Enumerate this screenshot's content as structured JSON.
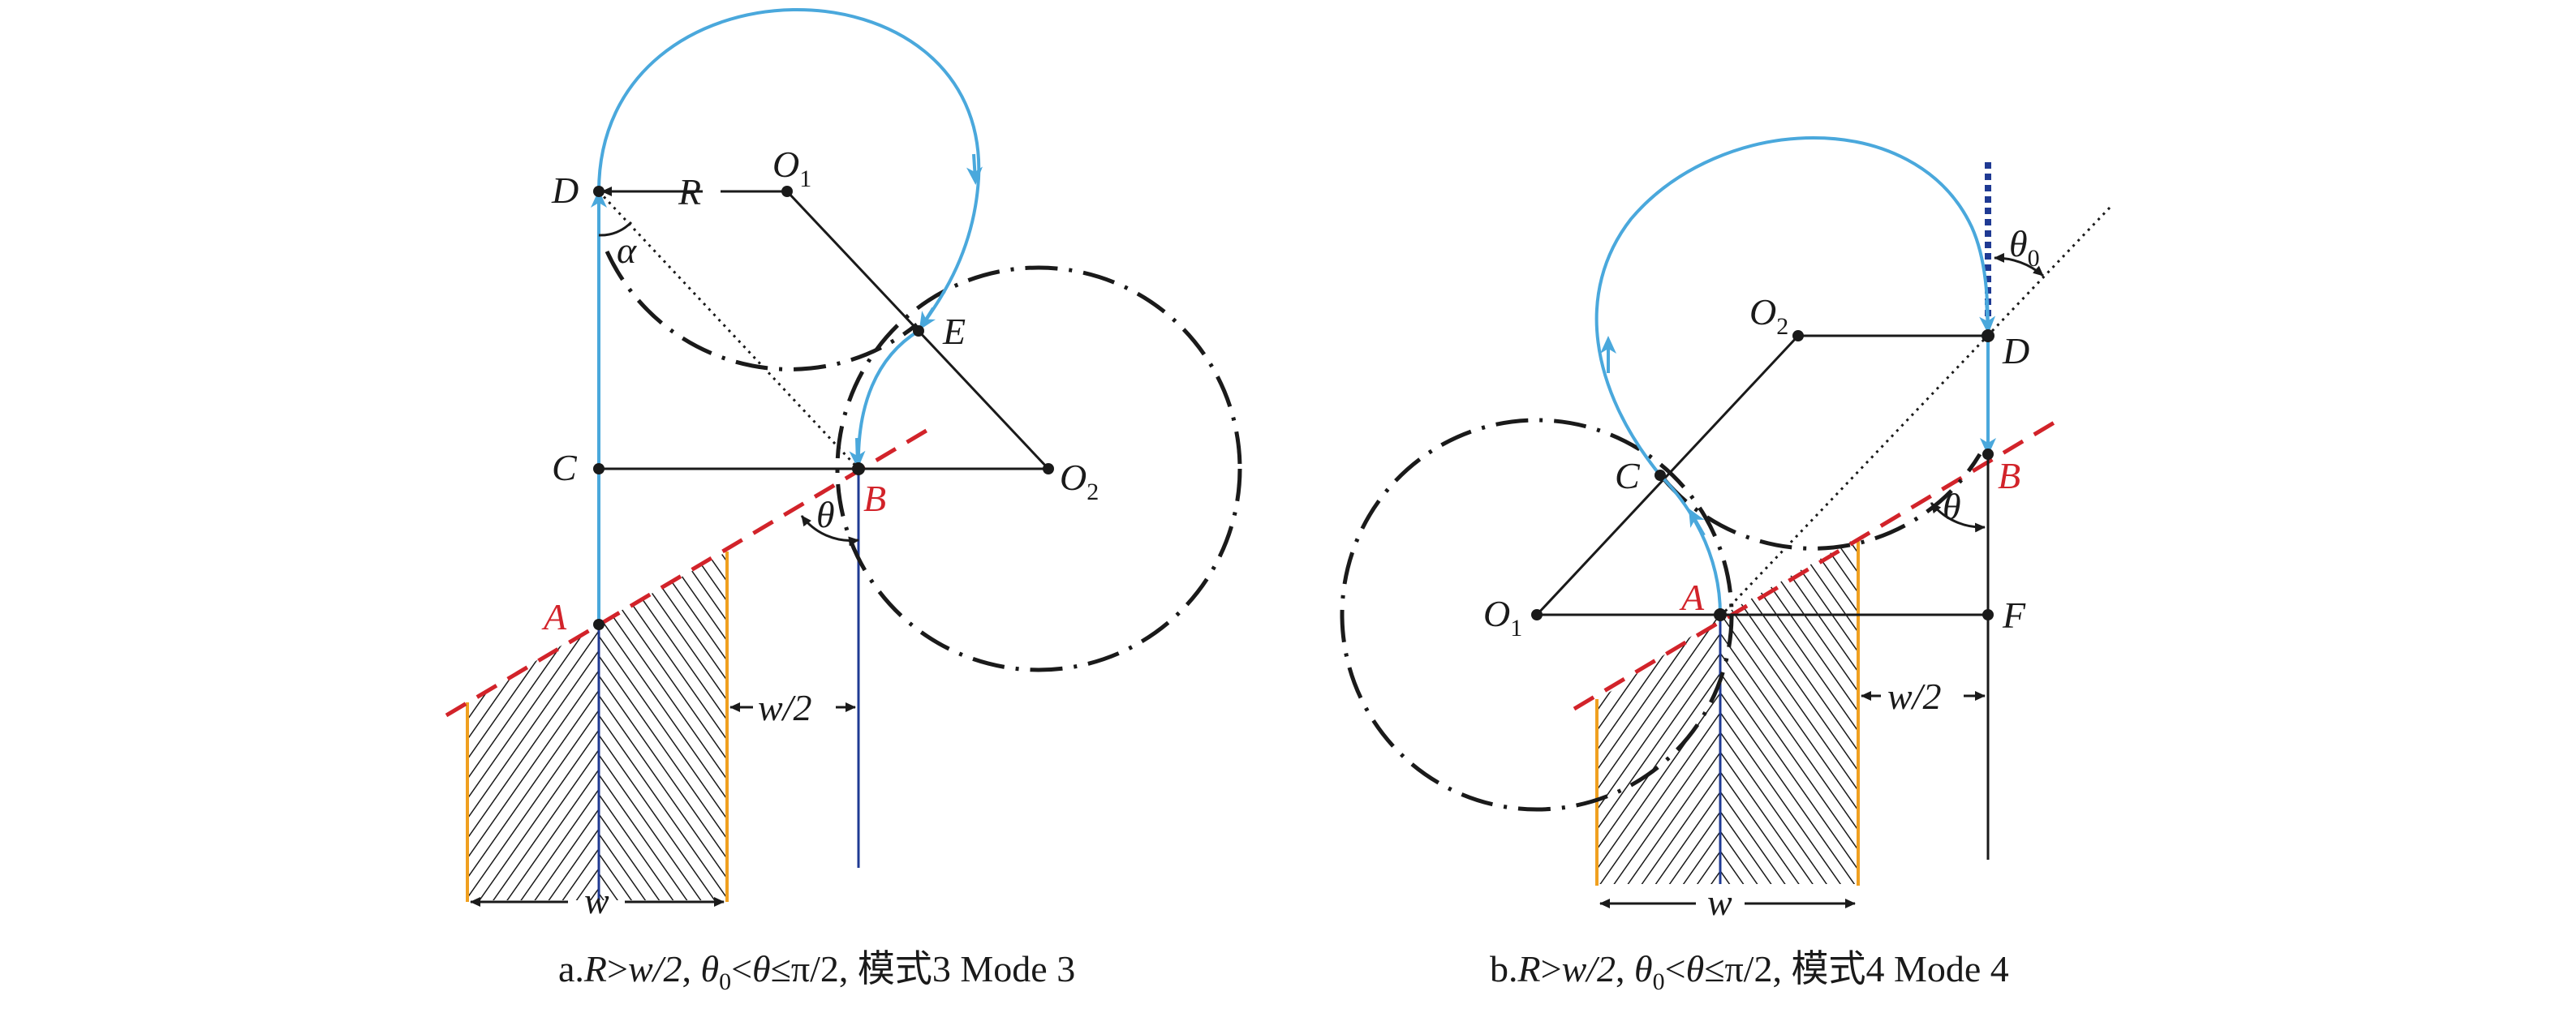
{
  "figure": {
    "panel_a": {
      "points": {
        "D": "D",
        "R": "R",
        "O1": "O",
        "O1_sub": "1",
        "alpha": "α",
        "E": "E",
        "C": "C",
        "B": "B",
        "O2": "O",
        "O2_sub": "2",
        "theta": "θ",
        "A": "A",
        "w_half": "w/2",
        "w": "w"
      },
      "caption": {
        "prefix": "a.",
        "cond_R": "R",
        "gt": ">",
        "w_over_2": "w/2",
        "sep1": ", ",
        "theta0": "θ",
        "theta0_sub": "0",
        "lt": "<",
        "theta": "θ",
        "le_rest": "≤π/2, ",
        "mode_cn": "模式3",
        "mode_en": " Mode 3"
      }
    },
    "panel_b": {
      "points": {
        "theta0": "θ",
        "theta0_sub": "0",
        "O2": "O",
        "O2_sub": "2",
        "D": "D",
        "C": "C",
        "B": "B",
        "theta": "θ",
        "O1": "O",
        "O1_sub": "1",
        "A": "A",
        "F": "F",
        "w_half": "w/2",
        "w": "w"
      },
      "caption": {
        "prefix": "b.",
        "cond_R": "R",
        "gt": ">",
        "w_over_2": "w/2",
        "sep1": ", ",
        "theta0": "θ",
        "theta0_sub": "0",
        "lt": "<",
        "theta": "θ",
        "le_rest": "≤π/2, ",
        "mode_cn": "模式4",
        "mode_en": " Mode 4"
      }
    },
    "colors": {
      "path_blue": "#4aa8dc",
      "dark_blue": "#1f3a93",
      "red_dashed": "#d2232a",
      "orange": "#f0a020",
      "black": "#1a1a1a"
    }
  }
}
